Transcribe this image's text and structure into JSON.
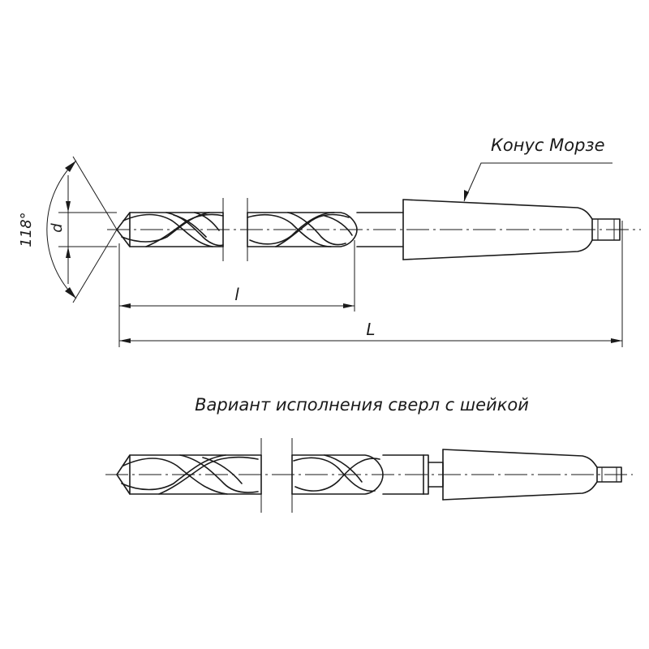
{
  "labels": {
    "morse_taper": "Конус Морзе",
    "angle": "118°",
    "diameter": "d",
    "flute_length": "l",
    "total_length": "L",
    "variant_caption": "Вариант исполнения сверл с шейкой"
  }
}
